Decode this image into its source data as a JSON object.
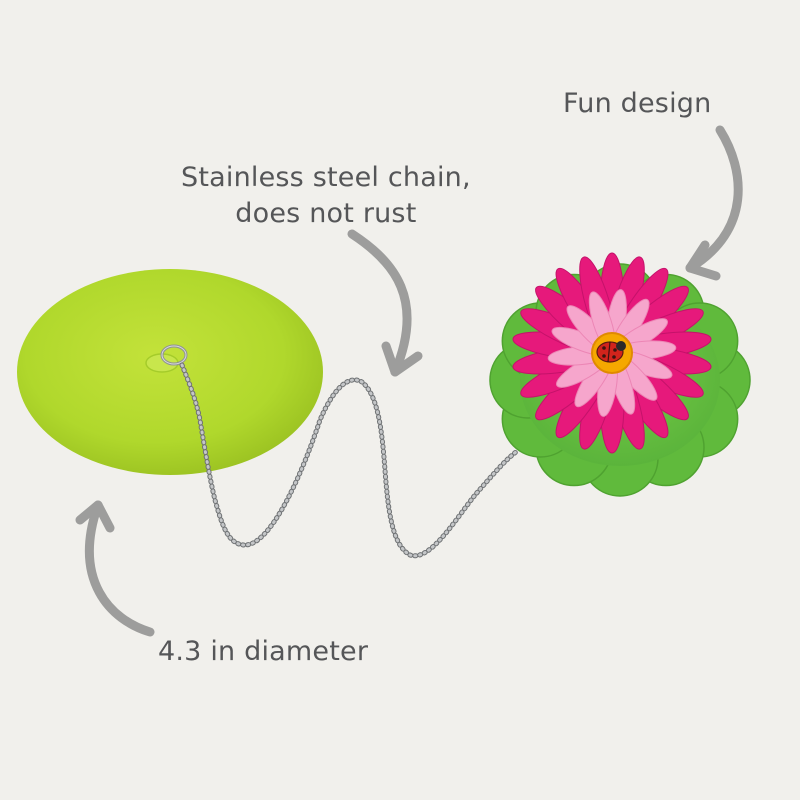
{
  "callouts": {
    "fun_design": "Fun design",
    "chain_line1": "Stainless steel chain,",
    "chain_line2": "does not rust",
    "diameter": "4.3 in diameter"
  },
  "colors": {
    "background": "#f1f0ec",
    "text": "#555658",
    "arrow": "#9d9d9c",
    "stopper_green": "#b0d82c",
    "leaf_green": "#6ac33f",
    "petal_magenta": "#e6197b",
    "petal_pink": "#f6a6cc",
    "flower_center": "#f5a800",
    "chain_silver": "#a9abad"
  }
}
